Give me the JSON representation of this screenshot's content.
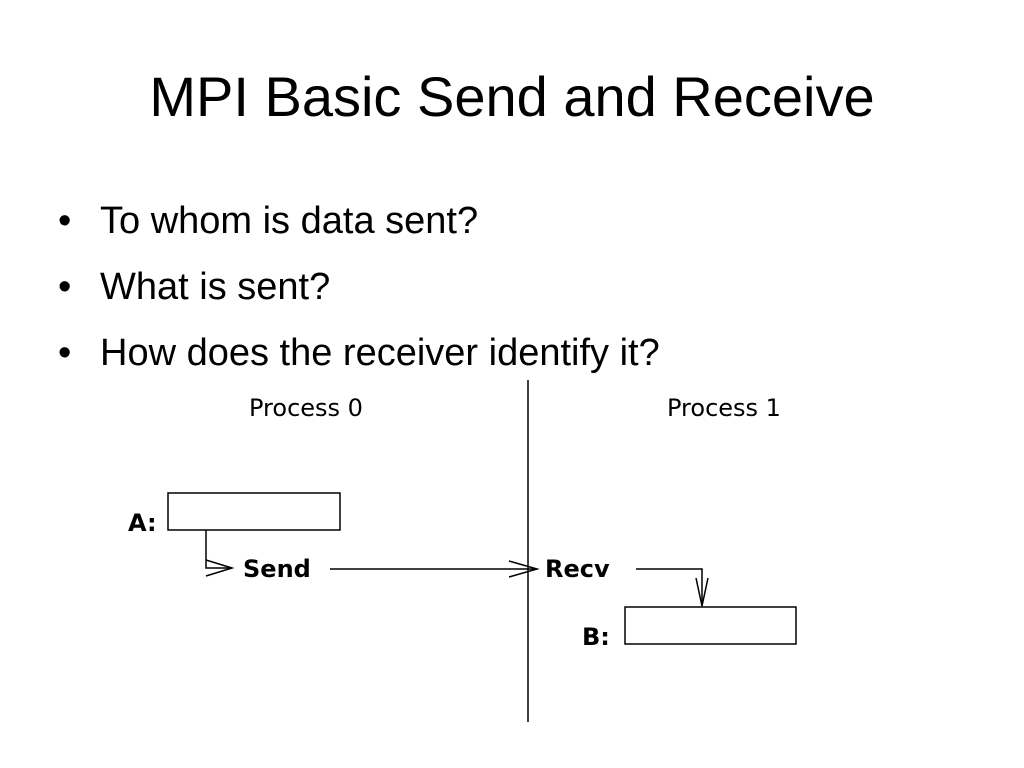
{
  "slide": {
    "title": "MPI Basic Send and Receive",
    "bullet_glyph": "•",
    "bullets": [
      "To whom is data sent?",
      "What is sent?",
      "How does the receiver identify it?"
    ]
  },
  "diagram": {
    "process0_label": "Process 0",
    "process1_label": "Process 1",
    "buffer_a_label": "A:",
    "buffer_b_label": "B:",
    "send_label": "Send",
    "recv_label": "Recv"
  }
}
